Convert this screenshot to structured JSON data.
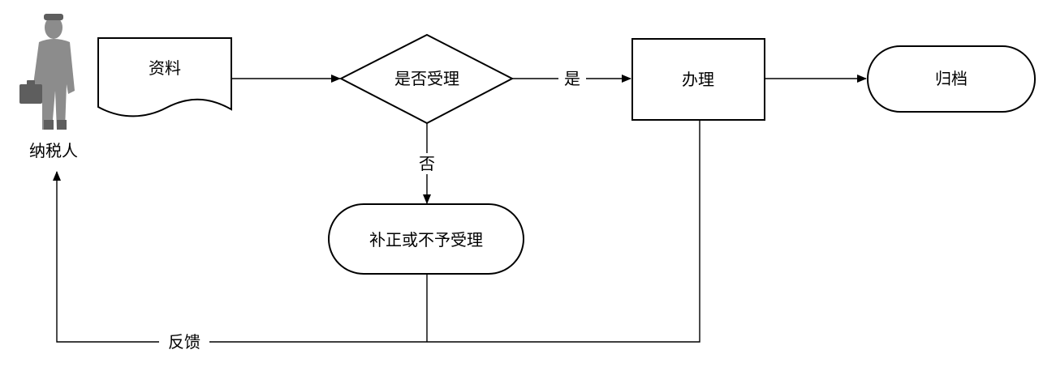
{
  "actor": {
    "label": "纳税人",
    "icon": "businessman-with-briefcase-icon"
  },
  "nodes": {
    "materials": {
      "label": "资料",
      "shape": "document"
    },
    "decision": {
      "label": "是否受理",
      "shape": "diamond"
    },
    "process": {
      "label": "办理",
      "shape": "rectangle"
    },
    "archive": {
      "label": "归档",
      "shape": "terminator"
    },
    "reject": {
      "label": "补正或不予受理",
      "shape": "terminator"
    }
  },
  "edges": {
    "yes_label": "是",
    "no_label": "否",
    "feedback_label": "反馈"
  },
  "colors": {
    "stroke": "#000000",
    "fill": "#ffffff",
    "person": "#8c8c8c"
  }
}
